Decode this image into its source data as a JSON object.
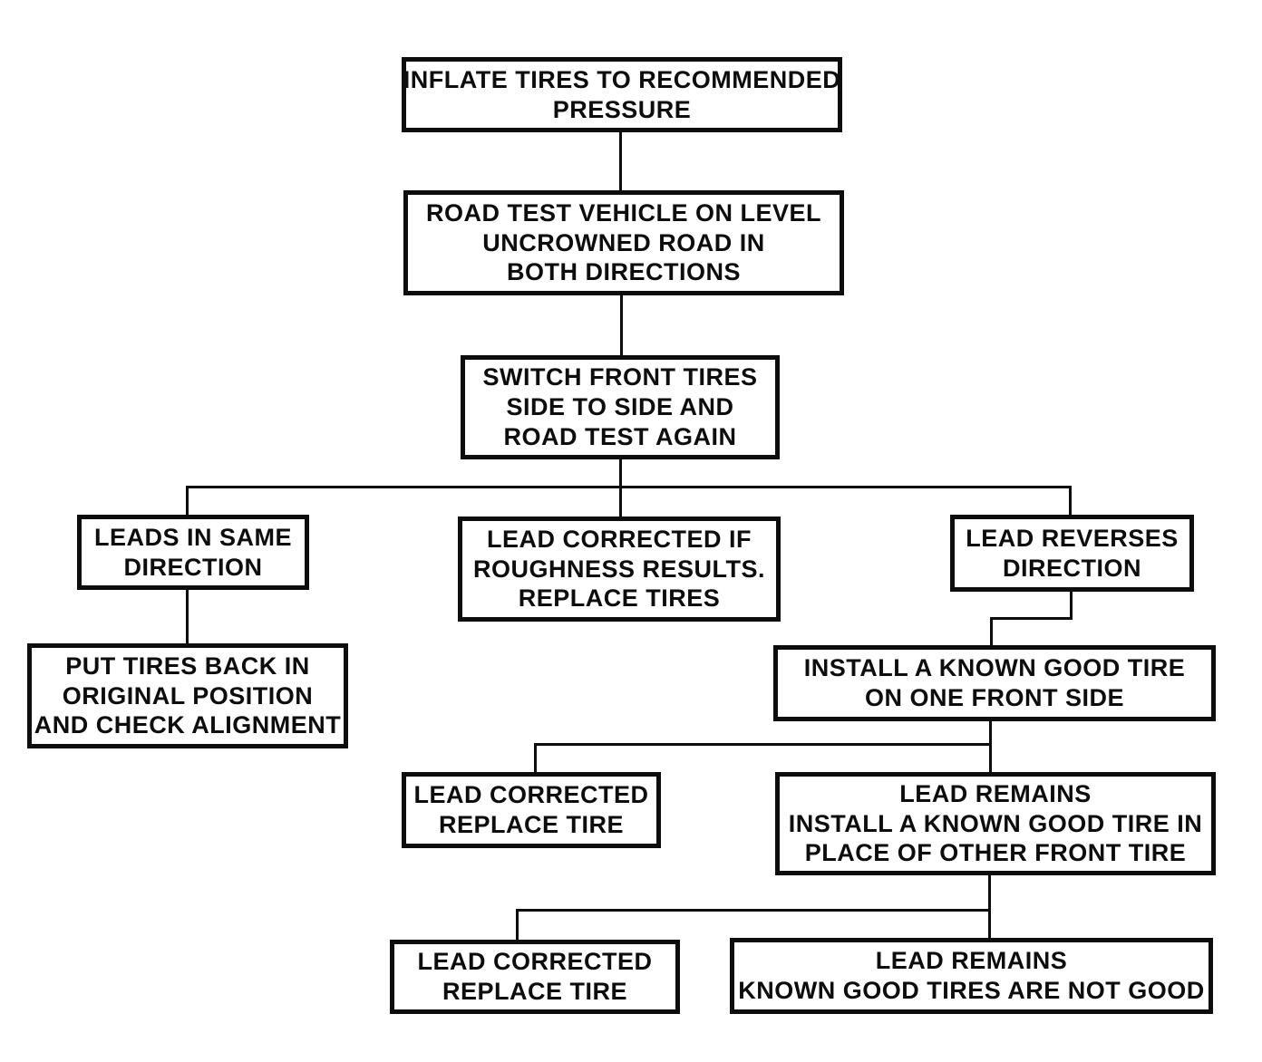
{
  "palette": {
    "ink": "#0d0d0d",
    "paper": "#ffffff"
  },
  "nodes": [
    {
      "id": "inflate-tires",
      "label": "INFLATE TIRES TO RECOMMENDED\nPRESSURE"
    },
    {
      "id": "road-test",
      "label": "ROAD TEST VEHICLE ON LEVEL\nUNCROWNED ROAD IN\nBOTH DIRECTIONS"
    },
    {
      "id": "switch-front-tires",
      "label": "SWITCH FRONT TIRES\nSIDE TO SIDE AND\nROAD TEST AGAIN"
    },
    {
      "id": "leads-same-direction",
      "label": "LEADS IN SAME\nDIRECTION"
    },
    {
      "id": "lead-corrected-roughness",
      "label": "LEAD CORRECTED IF\nROUGHNESS RESULTS.\nREPLACE TIRES"
    },
    {
      "id": "lead-reverses-direction",
      "label": "LEAD REVERSES\nDIRECTION"
    },
    {
      "id": "put-tires-back",
      "label": "PUT TIRES BACK IN\nORIGINAL POSITION\nAND CHECK ALIGNMENT"
    },
    {
      "id": "install-good-tire-one-side",
      "label": "INSTALL A KNOWN GOOD TIRE\nON ONE FRONT SIDE"
    },
    {
      "id": "lead-corrected-replace-tire-1",
      "label": "LEAD CORRECTED\nREPLACE TIRE"
    },
    {
      "id": "lead-remains-install-other",
      "label": "LEAD REMAINS\nINSTALL A KNOWN GOOD TIRE IN\nPLACE OF OTHER FRONT TIRE"
    },
    {
      "id": "lead-corrected-replace-tire-2",
      "label": "LEAD CORRECTED\nREPLACE TIRE"
    },
    {
      "id": "lead-remains-tires-not-good",
      "label": "LEAD REMAINS\nKNOWN GOOD TIRES ARE NOT GOOD"
    }
  ],
  "edges": [
    {
      "from": "inflate-tires",
      "to": "road-test"
    },
    {
      "from": "road-test",
      "to": "switch-front-tires"
    },
    {
      "from": "switch-front-tires",
      "to": "leads-same-direction"
    },
    {
      "from": "switch-front-tires",
      "to": "lead-corrected-roughness"
    },
    {
      "from": "switch-front-tires",
      "to": "lead-reverses-direction"
    },
    {
      "from": "leads-same-direction",
      "to": "put-tires-back"
    },
    {
      "from": "lead-reverses-direction",
      "to": "install-good-tire-one-side"
    },
    {
      "from": "install-good-tire-one-side",
      "to": "lead-corrected-replace-tire-1"
    },
    {
      "from": "install-good-tire-one-side",
      "to": "lead-remains-install-other"
    },
    {
      "from": "lead-remains-install-other",
      "to": "lead-corrected-replace-tire-2"
    },
    {
      "from": "lead-remains-install-other",
      "to": "lead-remains-tires-not-good"
    }
  ]
}
